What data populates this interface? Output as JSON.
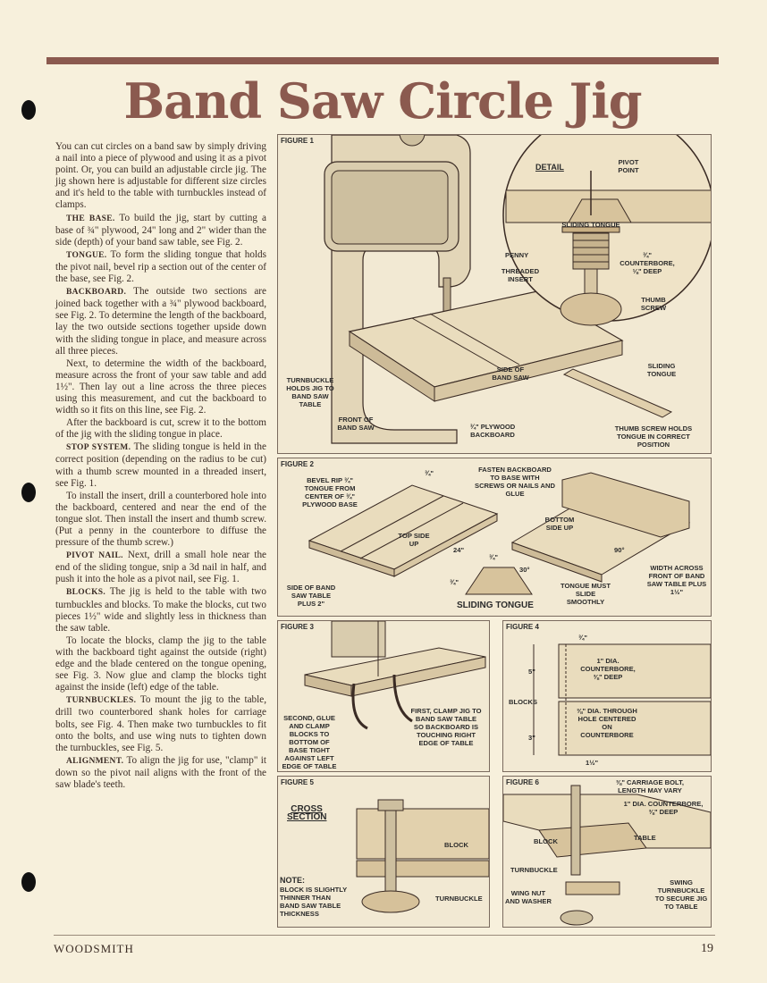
{
  "title": "Band Saw Circle Jig",
  "body": {
    "intro": "You can cut circles on a band saw by simply driving a nail into a piece of plywood and using it as a pivot point. Or, you can build an adjustable circle jig. The jig shown here is adjustable for different size circles and it's held to the table with turnbuckles instead of clamps.",
    "sections": [
      {
        "heading": "THE BASE.",
        "text": "To build the jig, start by cutting a base of ¾\" plywood, 24\" long and 2\" wider than the side (depth) of your band saw table, see Fig. 2."
      },
      {
        "heading": "TONGUE.",
        "text": "To form the sliding tongue that holds the pivot nail, bevel rip a section out of the center of the base, see Fig. 2."
      },
      {
        "heading": "BACKBOARD.",
        "text": "The outside two sections are joined back together with a ¾\" plywood backboard, see Fig. 2. To determine the length of the backboard, lay the two outside sections together upside down with the sliding tongue in place, and measure across all three pieces."
      },
      {
        "heading": "",
        "text": "Next, to determine the width of the backboard, measure across the front of your saw table and add 1½\". Then lay out a line across the three pieces using this measurement, and cut the backboard to width so it fits on this line, see Fig. 2."
      },
      {
        "heading": "",
        "text": "After the backboard is cut, screw it to the bottom of the jig with the sliding tongue in place."
      },
      {
        "heading": "STOP SYSTEM.",
        "text": "The sliding tongue is held in the correct position (depending on the radius to be cut) with a thumb screw mounted in a threaded insert, see Fig. 1."
      },
      {
        "heading": "",
        "text": "To install the insert, drill a counterbored hole into the backboard, centered and near the end of the tongue slot. Then install the insert and thumb screw. (Put a penny in the counterbore to diffuse the pressure of the thumb screw.)"
      },
      {
        "heading": "PIVOT NAIL.",
        "text": "Next, drill a small hole near the end of the sliding tongue, snip a 3d nail in half, and push it into the hole as a pivot nail, see Fig. 1."
      },
      {
        "heading": "BLOCKS.",
        "text": "The jig is held to the table with two turnbuckles and blocks. To make the blocks, cut two pieces 1½\" wide and slightly less in thickness than the saw table."
      },
      {
        "heading": "",
        "text": "To locate the blocks, clamp the jig to the table with the backboard tight against the outside (right) edge and the blade centered on the tongue opening, see Fig. 3. Now glue and clamp the blocks tight against the inside (left) edge of the table."
      },
      {
        "heading": "TURNBUCKLES.",
        "text": "To mount the jig to the table, drill two counterbored shank holes for carriage bolts, see Fig. 4. Then make two turnbuckles to fit onto the bolts, and use wing nuts to tighten down the turnbuckles, see Fig. 5."
      },
      {
        "heading": "ALIGNMENT.",
        "text": "To align the jig for use, \"clamp\" it down so the pivot nail aligns with the front of the saw blade's teeth."
      }
    ]
  },
  "figures": {
    "fig1": {
      "label": "FIGURE 1",
      "detail": "DETAIL",
      "pivot_point": "PIVOT POINT",
      "sliding_tongue_detail": "SLIDING TONGUE",
      "penny": "PENNY",
      "threaded_insert": "THREADED INSERT",
      "counterbore": "¾\" COUNTERBORE, ⅛\" DEEP",
      "thumb_screw": "THUMB SCREW",
      "sliding_tongue": "SLIDING TONGUE",
      "side_of_band_saw": "SIDE OF BAND SAW",
      "turnbuckle": "TURNBUCKLE HOLDS JIG TO BAND SAW TABLE",
      "front_of_band_saw": "FRONT OF BAND SAW",
      "plywood_backboard": "¾\" PLYWOOD BACKBOARD",
      "thumb_screw_holds": "THUMB SCREW HOLDS TONGUE IN CORRECT POSITION"
    },
    "fig2": {
      "label": "FIGURE 2",
      "bevel_rip": "BEVEL RIP ¾\" TONGUE FROM CENTER OF ¾\" PLYWOOD BASE",
      "dim_top": "¾\"",
      "fasten": "FASTEN BACKBOARD TO BASE WITH SCREWS OR NAILS AND GLUE",
      "top_side_up": "TOP SIDE UP",
      "dim_24": "24\"",
      "bottom_side_up": "BOTTOM SIDE UP",
      "angle_90": "90°",
      "side_of_table": "SIDE OF BAND SAW TABLE PLUS 2\"",
      "dim_34a": "¾\"",
      "dim_34b": "¾\"",
      "angle_30": "30°",
      "tongue_slide": "TONGUE MUST SLIDE SMOOTHLY",
      "width_across": "WIDTH ACROSS FRONT OF BAND SAW TABLE PLUS 1½\"",
      "sliding_tongue": "SLIDING TONGUE"
    },
    "fig3": {
      "label": "FIGURE 3",
      "second": "SECOND, GLUE AND CLAMP BLOCKS TO BOTTOM OF BASE TIGHT AGAINST LEFT EDGE OF TABLE",
      "first": "FIRST, CLAMP JIG TO BAND SAW TABLE SO BACKBOARD IS TOUCHING RIGHT EDGE OF TABLE"
    },
    "fig4": {
      "label": "FIGURE 4",
      "dim_34": "¾\"",
      "dim_5": "5\"",
      "dia_1": "1\" DIA. COUNTERBORE, ⅜\" DEEP",
      "blocks": "BLOCKS",
      "dia_38": "⅜\" DIA. THROUGH HOLE CENTERED ON COUNTERBORE",
      "dim_3": "3\"",
      "dim_112": "1½\""
    },
    "fig5": {
      "label": "FIGURE 5",
      "cross_section": "CROSS SECTION",
      "block": "BLOCK",
      "note_head": "NOTE:",
      "note": "BLOCK IS SLIGHTLY THINNER THAN BAND SAW TABLE THICKNESS",
      "turnbuckle": "TURNBUCKLE"
    },
    "fig6": {
      "label": "FIGURE 6",
      "carriage_bolt": "⅜\" CARRIAGE BOLT, LENGTH MAY VARY",
      "counterbore": "1\" DIA. COUNTERBORE, ⅜\" DEEP",
      "block": "BLOCK",
      "table": "TABLE",
      "turnbuckle": "TURNBUCKLE",
      "wing_nut": "WING NUT AND WASHER",
      "swing": "SWING TURNBUCKLE TO SECURE JIG TO TABLE"
    }
  },
  "footer": {
    "magazine": "WOODSMITH",
    "page": "19"
  },
  "colors": {
    "accent": "#8b5a4f",
    "paper": "#f7f0dc"
  }
}
